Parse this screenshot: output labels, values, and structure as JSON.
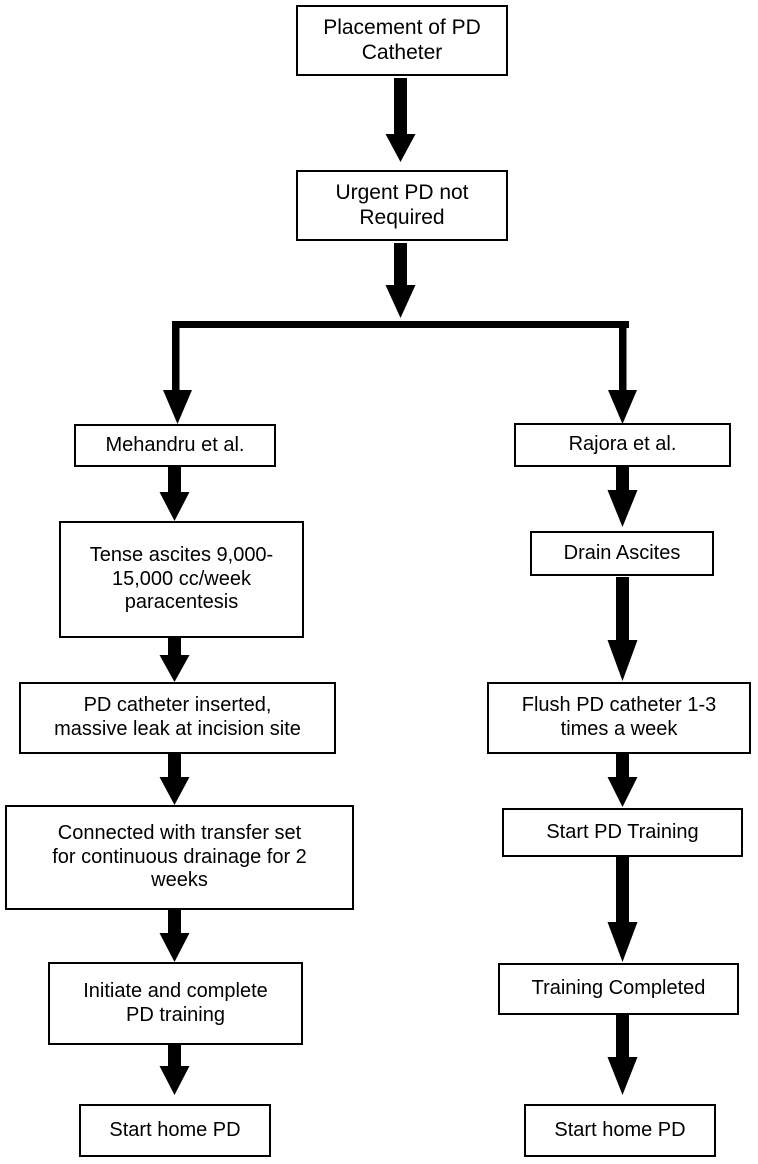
{
  "diagram": {
    "title": "Peritoneal dialysis catheter pathway flowchart",
    "stroke_color": "#000000",
    "fill_color": "#ffffff",
    "nodes": [
      {
        "id": "placement",
        "label": "Placement of PD\nCatheter"
      },
      {
        "id": "urgent",
        "label": "Urgent PD not\nRequired"
      },
      {
        "id": "mehandru",
        "label": "Mehandru et al."
      },
      {
        "id": "rajora",
        "label": "Rajora et al."
      },
      {
        "id": "tense_ascites",
        "label": "Tense ascites 9,000-\n15,000 cc/week\nparacentesis"
      },
      {
        "id": "drain_ascites",
        "label": "Drain Ascites"
      },
      {
        "id": "pd_inserted",
        "label": "PD catheter inserted,\nmassive leak at incision site"
      },
      {
        "id": "flush_pd",
        "label": "Flush PD catheter 1-3\ntimes a week"
      },
      {
        "id": "connected",
        "label": "Connected with transfer set\nfor continuous drainage for 2\nweeks"
      },
      {
        "id": "start_training",
        "label": "Start PD Training"
      },
      {
        "id": "initiate",
        "label": "Initiate and complete\nPD training"
      },
      {
        "id": "training_done",
        "label": "Training Completed"
      },
      {
        "id": "home_pd_left",
        "label": "Start home PD"
      },
      {
        "id": "home_pd_right",
        "label": "Start home PD"
      }
    ],
    "edges": [
      {
        "from": "placement",
        "to": "urgent",
        "type": "arrow-down"
      },
      {
        "from": "urgent",
        "to": "split",
        "type": "arrow-down"
      },
      {
        "from": "split",
        "to": "mehandru",
        "type": "elbow-left-arrow-down"
      },
      {
        "from": "split",
        "to": "rajora",
        "type": "elbow-right-arrow-down"
      },
      {
        "from": "mehandru",
        "to": "tense_ascites",
        "type": "arrow-down"
      },
      {
        "from": "tense_ascites",
        "to": "pd_inserted",
        "type": "arrow-down"
      },
      {
        "from": "pd_inserted",
        "to": "connected",
        "type": "arrow-down"
      },
      {
        "from": "connected",
        "to": "initiate",
        "type": "arrow-down"
      },
      {
        "from": "initiate",
        "to": "home_pd_left",
        "type": "arrow-down"
      },
      {
        "from": "rajora",
        "to": "drain_ascites",
        "type": "arrow-down"
      },
      {
        "from": "drain_ascites",
        "to": "flush_pd",
        "type": "arrow-down"
      },
      {
        "from": "flush_pd",
        "to": "start_training",
        "type": "arrow-down"
      },
      {
        "from": "start_training",
        "to": "training_done",
        "type": "arrow-down"
      },
      {
        "from": "training_done",
        "to": "home_pd_right",
        "type": "arrow-down"
      }
    ]
  }
}
